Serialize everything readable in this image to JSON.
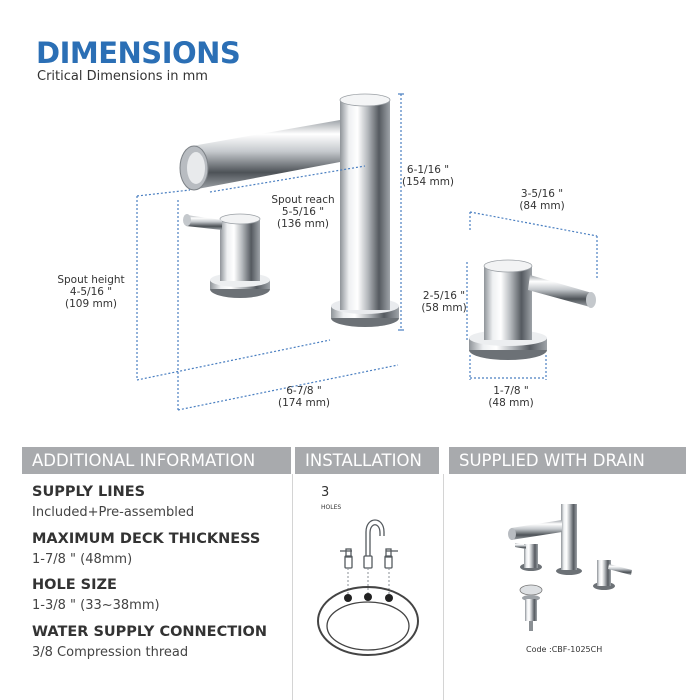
{
  "header": {
    "title": "DIMENSIONS",
    "subtitle": "Critical Dimensions in mm"
  },
  "colors": {
    "title_blue": "#2b6fb5",
    "dimension_line": "#4a7fc1",
    "banner_grey": "#a8aaad",
    "chrome": "#c9ccd0"
  },
  "dimensions": {
    "total_height": {
      "inch": "6-1/16 \"",
      "mm": "(154 mm)"
    },
    "spout_reach": {
      "label": "Spout reach",
      "inch": "5-5/16 \"",
      "mm": "(136 mm)"
    },
    "spout_height": {
      "label": "Spout height",
      "inch": "4-5/16 \"",
      "mm": "(109 mm)"
    },
    "overall_width": {
      "inch": "6-7/8 \"",
      "mm": "(174 mm)"
    },
    "handle_length": {
      "inch": "3-5/16 \"",
      "mm": "(84 mm)"
    },
    "handle_height": {
      "inch": "2-5/16 \"",
      "mm": "(58 mm)"
    },
    "handle_base": {
      "inch": "1-7/8 \"",
      "mm": "(48 mm)"
    }
  },
  "sections": {
    "additional_info": "ADDITIONAL INFORMATION",
    "installation": "INSTALLATION",
    "supplied": "SUPPLIED WITH DRAIN"
  },
  "info_items": [
    {
      "label": "SUPPLY LINES",
      "value": "Included+Pre-assembled"
    },
    {
      "label": "MAXIMUM DECK THICKNESS",
      "value": "1-7/8 \" (48mm)"
    },
    {
      "label": "HOLE SIZE",
      "value": "1-3/8 \" (33~38mm)"
    },
    {
      "label": "WATER SUPPLY CONNECTION",
      "value": "3/8 Compression thread"
    }
  ],
  "installation": {
    "holes_number": "3",
    "holes_label": "HOLES"
  },
  "product_code": "Code :CBF-1025CH"
}
